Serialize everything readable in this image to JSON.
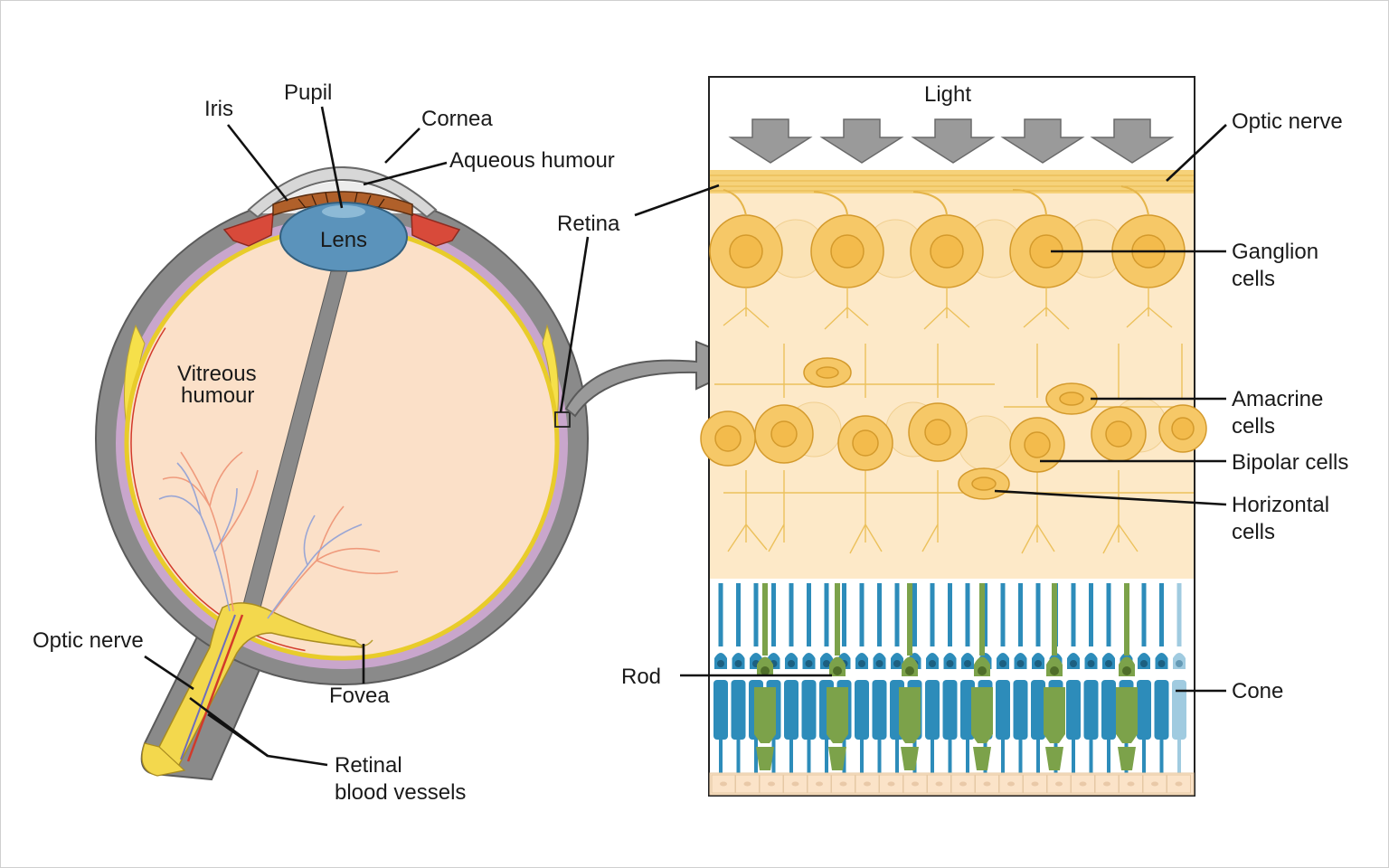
{
  "eye_labels": {
    "iris": "Iris",
    "pupil": "Pupil",
    "cornea": "Cornea",
    "aqueous_humour": "Aqueous humour",
    "lens": "Lens",
    "retina": "Retina",
    "vitreous_line1": "Vitreous",
    "vitreous_line2": "humour",
    "optic_nerve": "Optic nerve",
    "fovea": "Fovea",
    "retinal_line1": "Retinal",
    "retinal_line2": "blood vessels"
  },
  "retina_labels": {
    "light": "Light",
    "optic_nerve": "Optic nerve",
    "ganglion_line1": "Ganglion",
    "ganglion_line2": "cells",
    "amacrine_line1": "Amacrine",
    "amacrine_line2": "cells",
    "bipolar": "Bipolar cells",
    "horizontal_line1": "Horizontal",
    "horizontal_line2": "cells",
    "rod": "Rod",
    "cone": "Cone"
  },
  "colors": {
    "sclera": "#8a8a8a",
    "vitreous": "#fbe0c8",
    "retina_yellow": "#f6e04a",
    "choroid": "#c9a6cc",
    "lens": "#5b93bb",
    "iris": "#b0602a",
    "ciliary": "#d84a3a",
    "nerve": "#f3d84d",
    "ganglion": "#f6c867",
    "tissue": "#fde9c8",
    "rod_blue": "#2d8cba",
    "cone_green": "#7ca24a",
    "arrow_grey": "#9a9a9a"
  }
}
